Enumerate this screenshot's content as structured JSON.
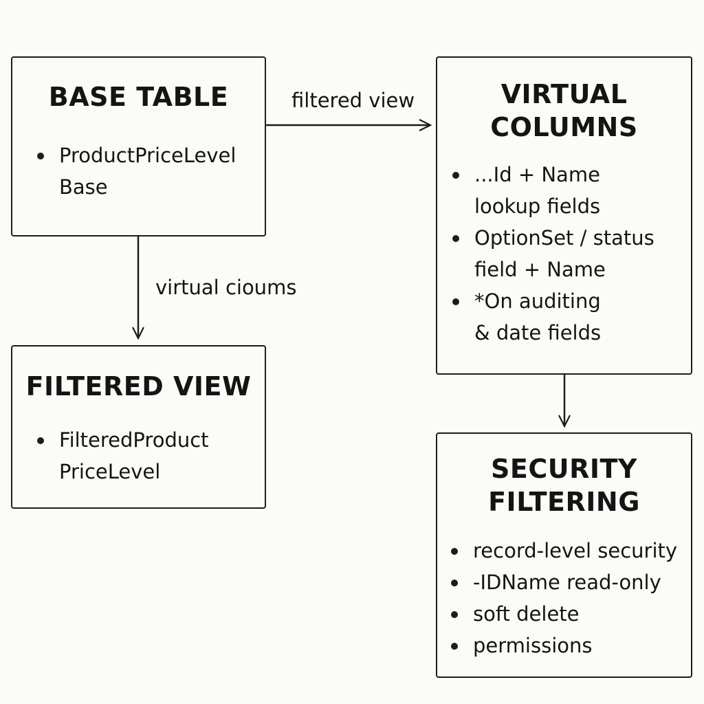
{
  "nodes": {
    "base_table": {
      "title": [
        "BASE TABLE"
      ],
      "items": [
        [
          "ProductPriceLevel",
          "Base"
        ]
      ]
    },
    "filtered_view": {
      "title": [
        "FILTERED VIEW"
      ],
      "items": [
        [
          "FilteredProduct",
          "PriceLevel"
        ]
      ]
    },
    "virtual_columns": {
      "title": [
        "VIRTUAL",
        "COLUMNS"
      ],
      "items": [
        [
          "...Id + Name",
          "lookup fields"
        ],
        [
          "OptionSet / status",
          "field + Name"
        ],
        [
          "*On auditing",
          "& date fields"
        ]
      ]
    },
    "security_filtering": {
      "title": [
        "SECURITY",
        "FILTERING"
      ],
      "items": [
        [
          "record-level security"
        ],
        [
          "-IDName read-only"
        ],
        [
          "soft delete"
        ],
        [
          "permissions"
        ]
      ]
    }
  },
  "edges": {
    "base_to_virtual": {
      "label": "filtered view"
    },
    "base_to_filtered": {
      "label": "virtual cioums"
    },
    "virtual_to_security": {
      "label": ""
    }
  }
}
